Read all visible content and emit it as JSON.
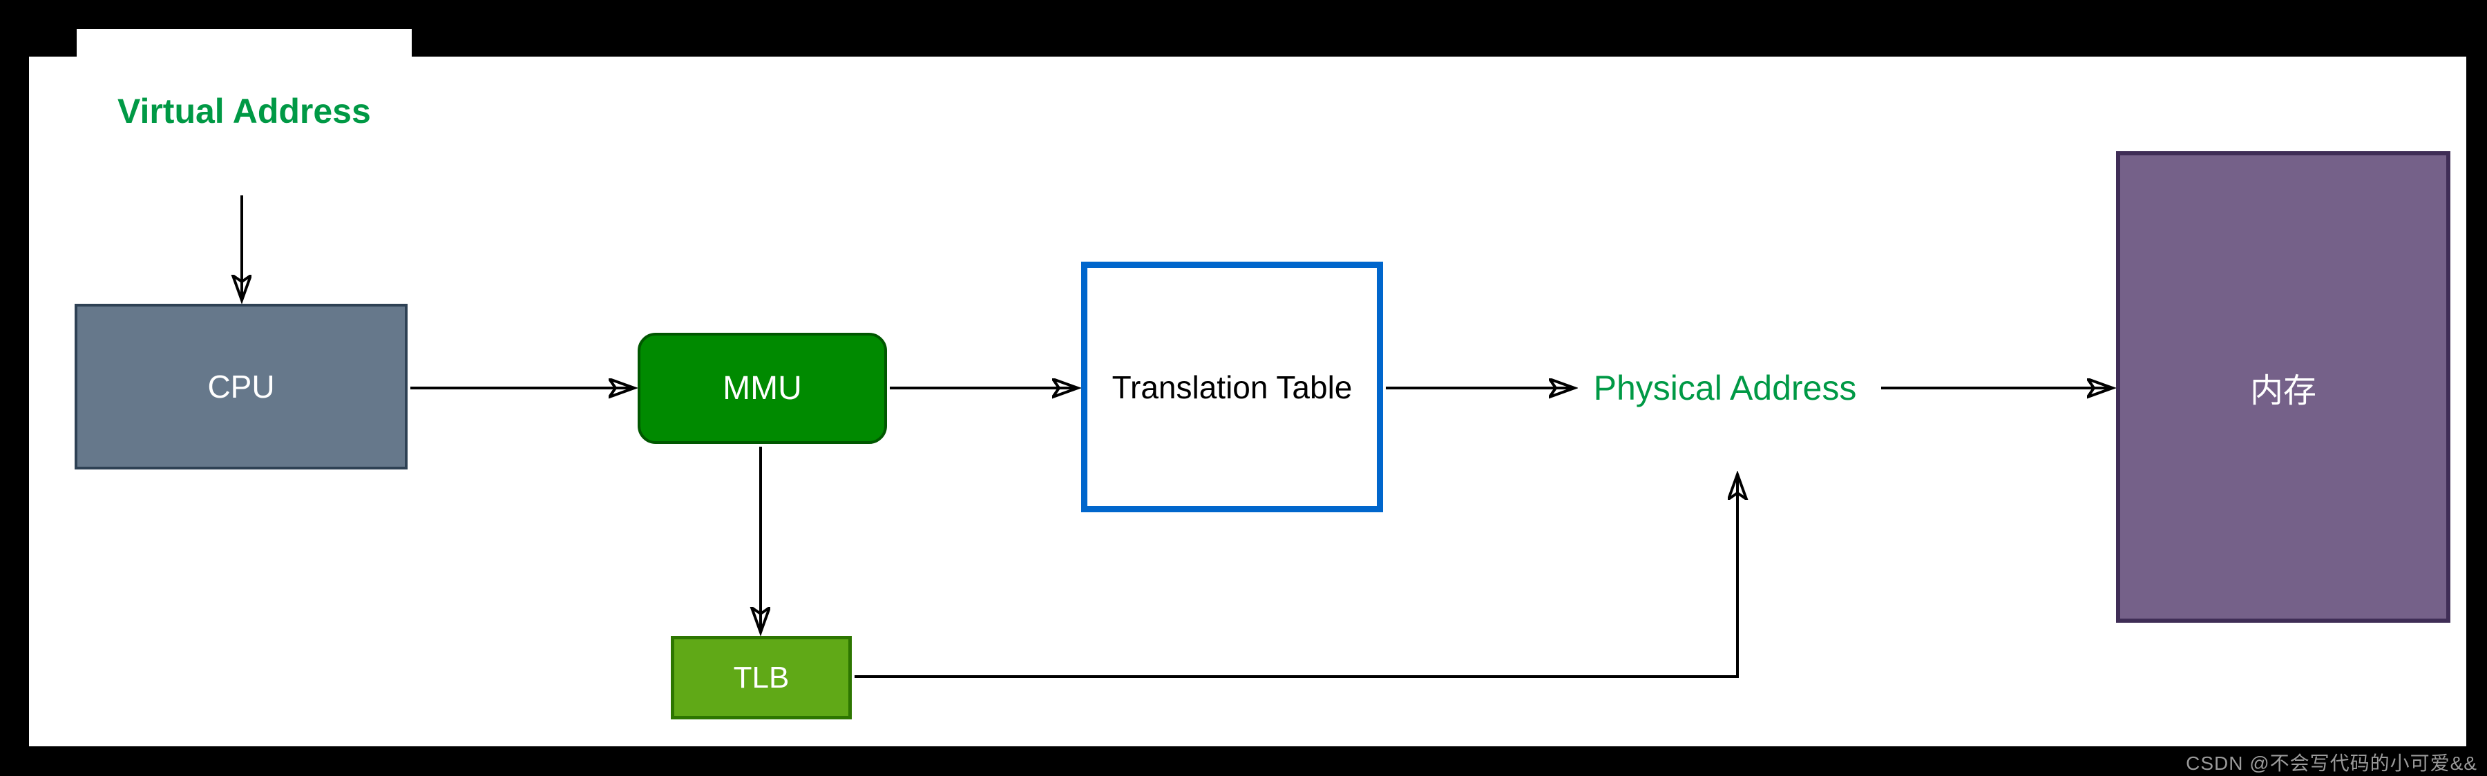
{
  "diagram": {
    "title_labels": {
      "virtual_address": "Virtual Address",
      "physical_address": "Physical Address"
    },
    "nodes": {
      "cpu": "CPU",
      "mmu": "MMU",
      "translation_table": "Translation Table",
      "tlb": "TLB",
      "memory": "内存"
    },
    "edges": [
      {
        "from": "virtual_address",
        "to": "cpu"
      },
      {
        "from": "cpu",
        "to": "mmu"
      },
      {
        "from": "mmu",
        "to": "translation_table"
      },
      {
        "from": "translation_table",
        "to": "physical_address"
      },
      {
        "from": "physical_address",
        "to": "memory"
      },
      {
        "from": "mmu",
        "to": "tlb"
      },
      {
        "from": "tlb",
        "to": "physical_address"
      }
    ],
    "colors": {
      "cpu_fill": "#66788b",
      "cpu_border": "#2e4154",
      "mmu_fill": "#008a00",
      "mmu_border": "#005700",
      "tlb_fill": "#60a917",
      "tlb_border": "#2d7600",
      "translation_table_fill": "#ffffff",
      "translation_table_border": "#0066cc",
      "memory_fill": "#756189",
      "memory_border": "#3f2d56",
      "address_label_green": "#009945",
      "connector_black": "#000000",
      "canvas_white": "#ffffff",
      "frame_black": "#000000"
    }
  },
  "watermark": {
    "text": "CSDN @不会写代码的小可爱&&"
  }
}
